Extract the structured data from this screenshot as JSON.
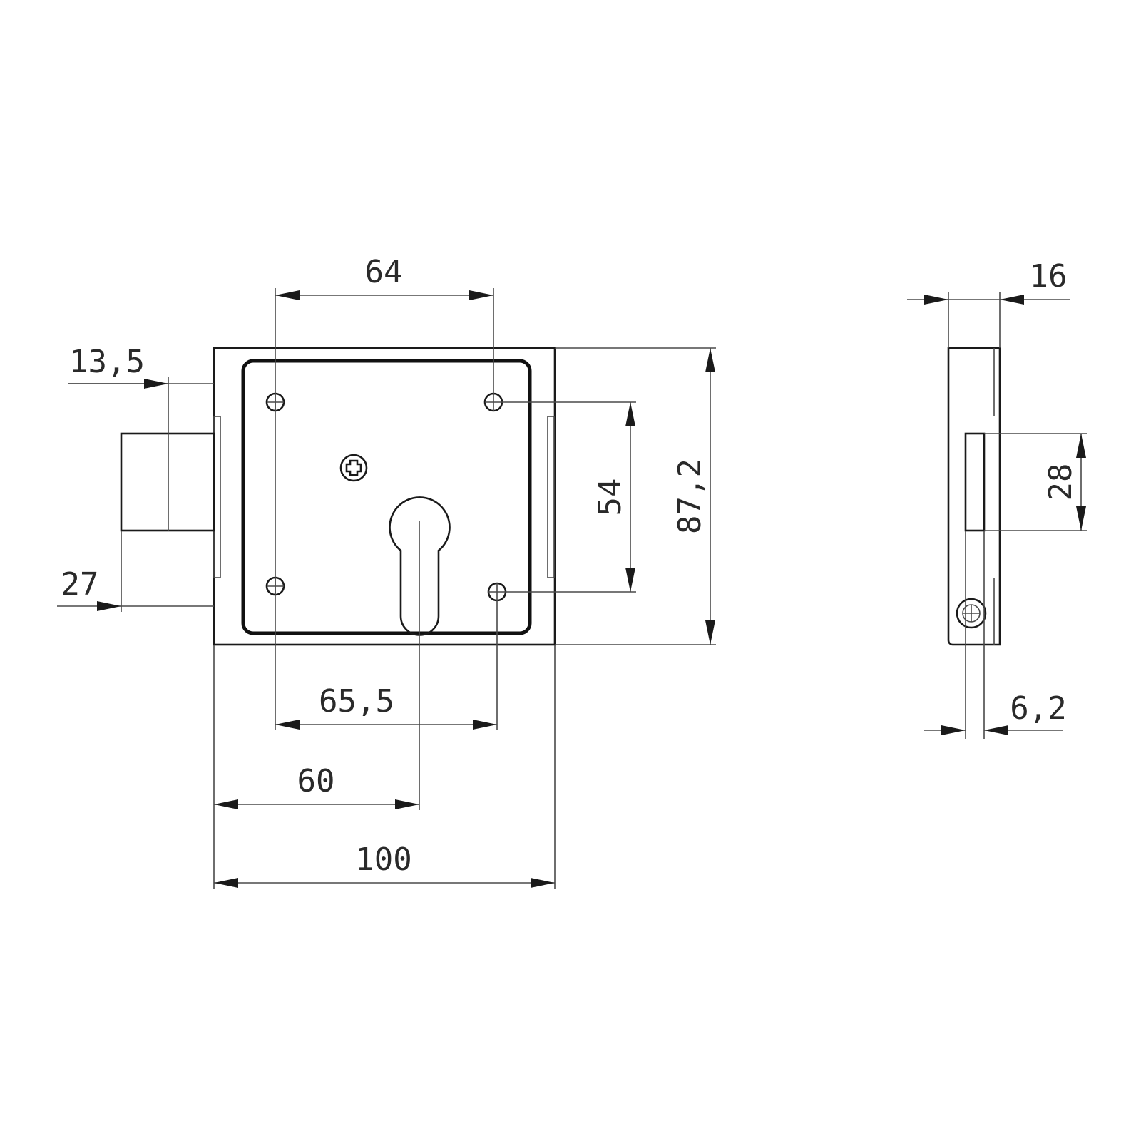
{
  "colors": {
    "line": "#1a1a1a",
    "background": "#ffffff"
  },
  "dimensions": {
    "d64": "64",
    "d13_5": "13,5",
    "d27": "27",
    "d54": "54",
    "d87_2": "87,2",
    "d65_5": "65,5",
    "d60": "60",
    "d100": "100",
    "d16": "16",
    "d28": "28",
    "d6_2": "6,2"
  }
}
